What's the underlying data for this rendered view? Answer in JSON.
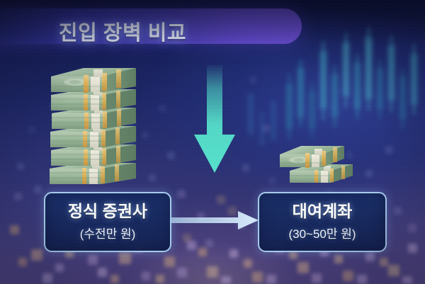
{
  "graphic": {
    "title": "진입 장벽 비교",
    "background": {
      "style_name": "blurred-stock-chart-bokeh",
      "top_color": "#0a0f35",
      "mid_color": "#2a3079",
      "bottom_color": "#5b4c8c",
      "candle_color": "#3fc8d8"
    },
    "title_banner": {
      "gradient_start": "#2c308e",
      "gradient_end": "#6b4ed6",
      "text_color": "#e9eefc"
    },
    "down_arrow": {
      "name": "down-arrow-icon",
      "color": "#4fe0c8",
      "direction": "down"
    },
    "right_arrow": {
      "name": "right-arrow-icon",
      "color": "#bcdcf5",
      "direction": "right"
    },
    "money_big": {
      "name": "money-stack-large-icon",
      "bundles": 6,
      "note_color": "#8fb894",
      "band_color": "#e8bb55"
    },
    "money_small": {
      "name": "money-stack-small-icon",
      "bundles": 2,
      "note_color": "#8fb894",
      "band_color": "#e8bb55"
    },
    "boxes": [
      {
        "id": "official-broker",
        "main": "정식 증권사",
        "sub": "(수전만 원)",
        "border_color": "#a8cdf0",
        "fill_color": "#182e68"
      },
      {
        "id": "rental-account",
        "main": "대여계좌",
        "sub": "(30~50만 원)",
        "border_color": "#a8cdf0",
        "fill_color": "#182e68"
      }
    ]
  }
}
